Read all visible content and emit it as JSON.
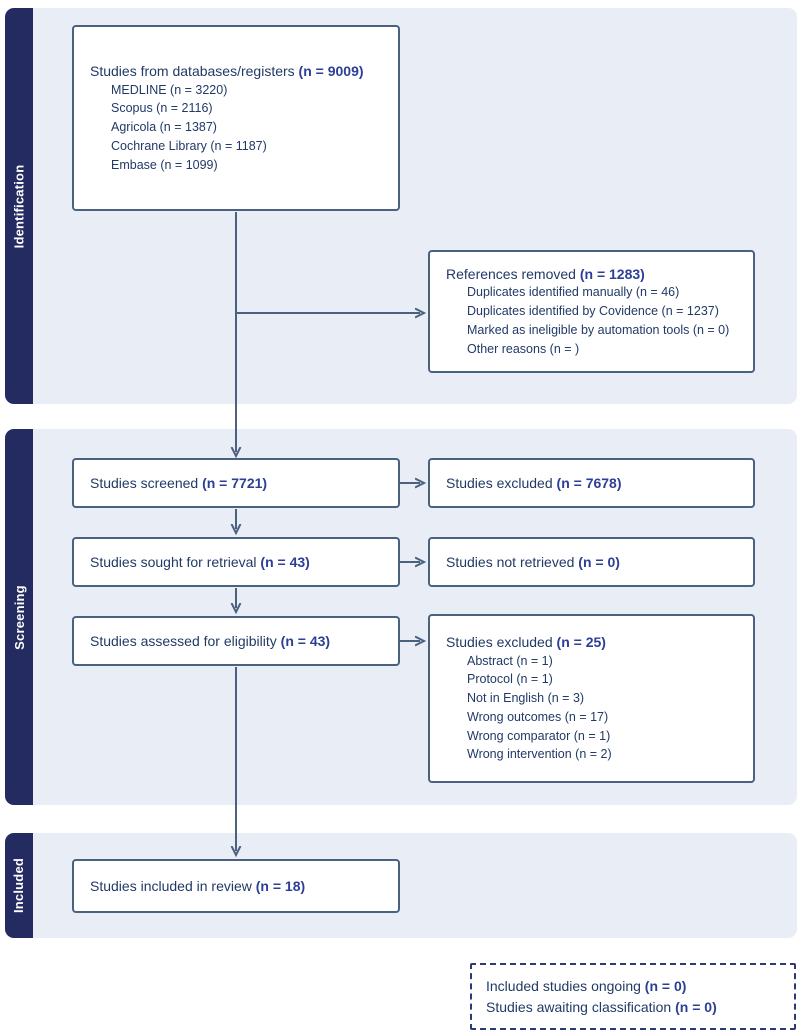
{
  "diagram_title": "PRISMA flow diagram",
  "palette": {
    "band_bg": "#e9edf6",
    "band_bar": "#232b60",
    "box_border": "#4a6280",
    "label_text": "#213a66",
    "count_text": "#2c3e96",
    "arrow": "#4a6280"
  },
  "bands": {
    "identification": {
      "label": "Identification"
    },
    "screening": {
      "label": "Screening"
    },
    "included": {
      "label": "Included"
    }
  },
  "boxes": {
    "databases": {
      "label": "Studies from databases/registers ",
      "count": "(n = 9009)",
      "items": [
        "MEDLINE (n = 3220)",
        "Scopus (n = 2116)",
        "Agricola (n = 1387)",
        "Cochrane Library (n = 1187)",
        "Embase (n = 1099)"
      ]
    },
    "references_removed": {
      "label": "References removed ",
      "count": "(n = 1283)",
      "items": [
        "Duplicates identified manually (n = 46)",
        "Duplicates identified by Covidence (n = 1237)",
        "Marked as ineligible by automation tools (n = 0)",
        "Other reasons (n = )"
      ]
    },
    "screened": {
      "label": "Studies screened ",
      "count": "(n = 7721)"
    },
    "excluded_screening": {
      "label": "Studies excluded ",
      "count": "(n = 7678)"
    },
    "sought": {
      "label": "Studies sought for retrieval ",
      "count": "(n = 43)"
    },
    "not_retrieved": {
      "label": "Studies not retrieved ",
      "count": "(n = 0)"
    },
    "assessed": {
      "label": "Studies assessed for eligibility ",
      "count": "(n = 43)"
    },
    "excluded_eligibility": {
      "label": "Studies excluded ",
      "count": "(n = 25)",
      "items": [
        "Abstract (n = 1)",
        "Protocol (n = 1)",
        "Not in English (n = 3)",
        "Wrong outcomes (n = 17)",
        "Wrong comparator (n = 1)",
        "Wrong intervention (n = 2)"
      ]
    },
    "included_review": {
      "label": "Studies included in review ",
      "count": "(n = 18)"
    },
    "ongoing": {
      "line1_label": "Included studies ongoing ",
      "line1_count": "(n = 0)",
      "line2_label": "Studies awaiting classification ",
      "line2_count": "(n = 0)"
    }
  }
}
